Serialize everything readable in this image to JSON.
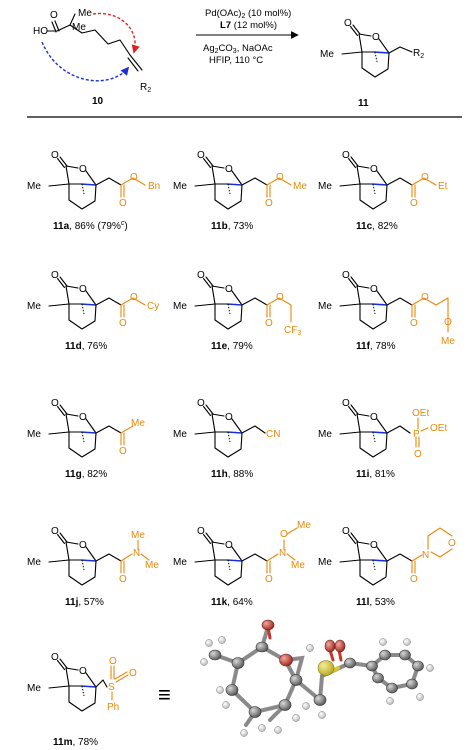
{
  "reaction": {
    "substrate_label": "10",
    "product_label": "11",
    "substrate_me": "Me",
    "substrate_me2": "Me",
    "substrate_ho": "HO",
    "substrate_o": "O",
    "substrate_r2": "R",
    "substrate_r2_sub": "2",
    "product_me": "Me",
    "product_o": "O",
    "product_o2": "O",
    "product_r2": "R",
    "product_r2_sub": "2",
    "conditions": {
      "catalyst_formula": "Pd(OAc)",
      "catalyst_sub": "2",
      "catalyst_load": " (10 mol%)",
      "ligand_name": "L7",
      "ligand_load": " (12 mol%)",
      "additive_a": "Ag",
      "additive_a_sub": "2",
      "additive_b": "CO",
      "additive_b_sub": "3",
      "additive_c": ", NaOAc",
      "solvent_temp": "HFIP, 110 °C"
    }
  },
  "compounds": [
    {
      "id": "11a",
      "yield": ", 86% (79%",
      "note": "c",
      "note_close": ")",
      "substituent": [
        "O",
        "O",
        "Bn"
      ]
    },
    {
      "id": "11b",
      "yield": ", 73%",
      "substituent": [
        "O",
        "O",
        "Me"
      ]
    },
    {
      "id": "11c",
      "yield": ", 82%",
      "substituent": [
        "O",
        "O",
        "Et"
      ]
    },
    {
      "id": "11d",
      "yield": ", 76%",
      "substituent": [
        "O",
        "O",
        "Cy"
      ]
    },
    {
      "id": "11e",
      "yield": ", 79%",
      "substituent": [
        "O",
        "O",
        "CF",
        "3"
      ]
    },
    {
      "id": "11f",
      "yield": ", 78%",
      "substituent": [
        "O",
        "O",
        "O",
        "Me"
      ]
    },
    {
      "id": "11g",
      "yield": ", 82%",
      "substituent": [
        "O",
        "Me"
      ]
    },
    {
      "id": "11h",
      "yield": ", 88%",
      "substituent": [
        "CN"
      ]
    },
    {
      "id": "11i",
      "yield": ", 81%",
      "substituent": [
        "P",
        "O",
        "OEt",
        "OEt"
      ]
    },
    {
      "id": "11j",
      "yield": ", 57%",
      "substituent": [
        "O",
        "N",
        "Me",
        "Me"
      ]
    },
    {
      "id": "11k",
      "yield": ", 64%",
      "substituent": [
        "O",
        "N",
        "O",
        "Me",
        "Me"
      ]
    },
    {
      "id": "11l",
      "yield": ", 53%",
      "substituent": [
        "O",
        "N",
        "O"
      ]
    },
    {
      "id": "11m",
      "yield": ", 78%",
      "substituent": [
        "S",
        "O",
        "O",
        "Ph"
      ]
    }
  ],
  "core_labels": {
    "me": "Me",
    "o_ring": "O",
    "o_carbonyl": "O"
  },
  "colors": {
    "highlight": "#e8890c",
    "bond_new": "#1a2fd6",
    "arrow_red": "#e02020",
    "arrow_blue": "#1a2fd6",
    "sulfur": "#d6c832",
    "oxygen": "#c8342a",
    "carbon": "#808080"
  },
  "equivalence_symbol": "≡"
}
